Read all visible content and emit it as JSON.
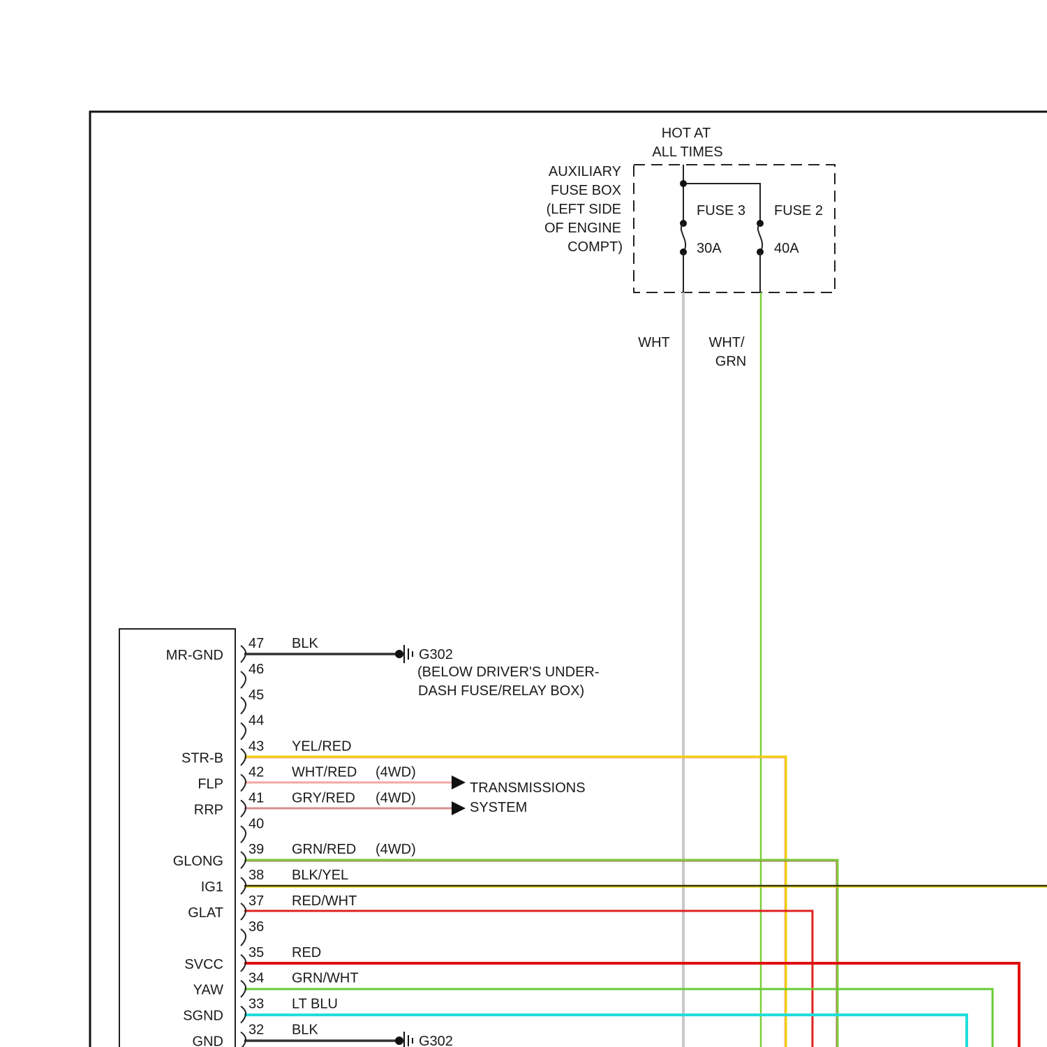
{
  "fuse_box": {
    "hot_line1": "HOT AT",
    "hot_line2": "ALL TIMES",
    "label_lines": [
      "AUXILIARY",
      "FUSE BOX",
      "(LEFT SIDE",
      "OF ENGINE",
      "COMPT)"
    ],
    "fuses": [
      {
        "name": "FUSE 3",
        "rating": "30A"
      },
      {
        "name": "FUSE 2",
        "rating": "40A"
      }
    ]
  },
  "feed_wires": [
    {
      "line1": "WHT",
      "line2": "",
      "color": "#c8c8c8"
    },
    {
      "line1": "WHT/",
      "line2": "GRN",
      "color": "#7ccc3c"
    }
  ],
  "connector_pins": [
    {
      "pin": "47",
      "terminal": "MR-GND",
      "wire": "BLK",
      "note": "",
      "color": "#333333"
    },
    {
      "pin": "46",
      "terminal": "",
      "wire": "",
      "note": "",
      "color": ""
    },
    {
      "pin": "45",
      "terminal": "",
      "wire": "",
      "note": "",
      "color": ""
    },
    {
      "pin": "44",
      "terminal": "",
      "wire": "",
      "note": "",
      "color": ""
    },
    {
      "pin": "43",
      "terminal": "STR-B",
      "wire": "YEL/RED",
      "note": "",
      "color": "#f2d200"
    },
    {
      "pin": "42",
      "terminal": "FLP",
      "wire": "WHT/RED",
      "note": "(4WD)",
      "color": "#f4a6a6"
    },
    {
      "pin": "41",
      "terminal": "RRP",
      "wire": "GRY/RED",
      "note": "(4WD)",
      "color": "#d89090"
    },
    {
      "pin": "40",
      "terminal": "",
      "wire": "",
      "note": "",
      "color": ""
    },
    {
      "pin": "39",
      "terminal": "GLONG",
      "wire": "GRN/RED",
      "note": "(4WD)",
      "color": "#7ccc3c"
    },
    {
      "pin": "38",
      "terminal": "IG1",
      "wire": "BLK/YEL",
      "note": "",
      "color": "#333300"
    },
    {
      "pin": "37",
      "terminal": "GLAT",
      "wire": "RED/WHT",
      "note": "",
      "color": "#e02020"
    },
    {
      "pin": "36",
      "terminal": "",
      "wire": "",
      "note": "",
      "color": ""
    },
    {
      "pin": "35",
      "terminal": "SVCC",
      "wire": "RED",
      "note": "",
      "color": "#e01010"
    },
    {
      "pin": "34",
      "terminal": "YAW",
      "wire": "GRN/WHT",
      "note": "",
      "color": "#66cc33"
    },
    {
      "pin": "33",
      "terminal": "SGND",
      "wire": "LT BLU",
      "note": "",
      "color": "#22dddd"
    },
    {
      "pin": "32",
      "terminal": "GND",
      "wire": "BLK",
      "note": "",
      "color": "#333333"
    }
  ],
  "ground_g302_top": {
    "id": "G302",
    "desc_line1": "(BELOW DRIVER'S UNDER-",
    "desc_line2": "DASH FUSE/RELAY BOX)"
  },
  "ground_g302_bottom": {
    "id": "G302"
  },
  "transmission": {
    "line1": "TRANSMISSIONS",
    "line2": "SYSTEM"
  }
}
